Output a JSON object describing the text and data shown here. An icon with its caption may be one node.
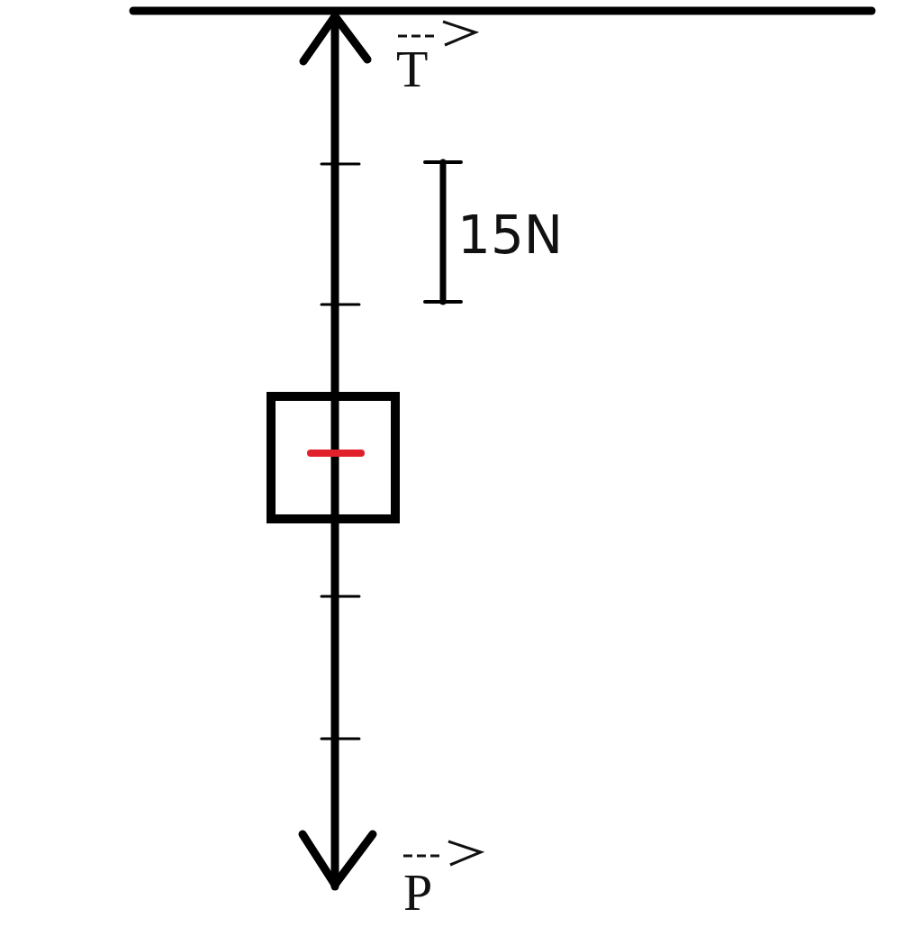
{
  "diagram": {
    "nodes": [
      {
        "text": [],
        "shape": "box"
      }
    ],
    "edges": [],
    "labels": [
      "T",
      "15N",
      "P"
    ]
  }
}
